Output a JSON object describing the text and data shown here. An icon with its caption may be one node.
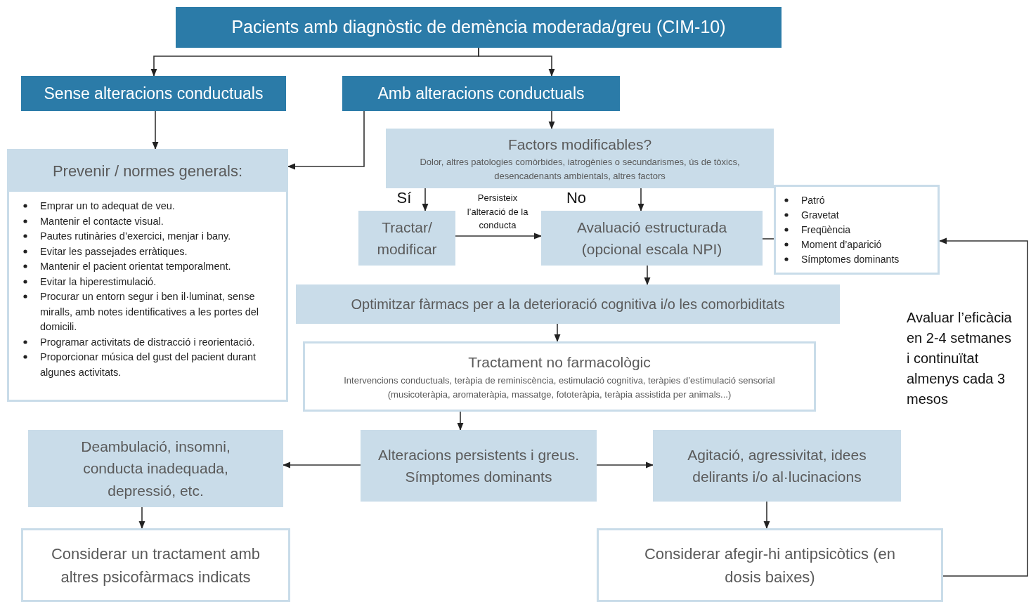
{
  "diagram": {
    "nodes": [
      {
        "text": [
          "Pacients amb diagnòstic de demència moderada/greu (CIM-10)"
        ]
      },
      {
        "text": [
          "Sense alteracions conductuals"
        ]
      },
      {
        "text": [
          "Amb alteracions conductuals"
        ]
      },
      {
        "text": [
          "Prevenir / normes generals:",
          "Emprar un to adequat de veu.",
          "Mantenir el contacte visual.",
          "Pautes rutinàries d’exercici, menjar i bany.",
          "Evitar les passejades erràtiques.",
          "Mantenir el pacient orientat temporalment.",
          "Evitar la hiperestimulació.",
          "Procurar un entorn segur i ben il·luminat, sense miralls, amb notes identificatives a les portes del domicili.",
          "Programar activitats de distracció i reorientació.",
          "Proporcionar música del gust del pacient durant algunes activitats."
        ]
      },
      {
        "text": [
          "Factors modificables?",
          "Dolor, altres patologies comòrbides, iatrogènies o secundarismes, ús de tòxics, desencadenants ambientals, altres factors"
        ]
      },
      {
        "text": [
          "Tractar/ modificar"
        ]
      },
      {
        "text": [
          "Avaluació estructurada (opcional escala NPI)"
        ]
      },
      {
        "text": [
          "Patró",
          "Gravetat",
          "Freqüència",
          "Moment d’aparició",
          "Símptomes dominants"
        ]
      },
      {
        "text": [
          "Optimitzar fàrmacs per a la deterioració cognitiva i/o les comorbiditats"
        ]
      },
      {
        "text": [
          "Tractament no farmacològic",
          "Intervencions conductuals, teràpia de reminiscència, estimulació cognitiva, teràpies d’estimulació sensorial (musicoteràpia, aromateràpia, massatge, fototeràpia, teràpia assistida per animals...)"
        ]
      },
      {
        "text": [
          "Deambulació, insomni, conducta inadequada, depressió, etc."
        ]
      },
      {
        "text": [
          "Alteracions persistents i greus. Símptomes dominants"
        ]
      },
      {
        "text": [
          "Agitació, agressivitat, idees delirants i/o al·lucinacions"
        ]
      },
      {
        "text": [
          "Considerar un tractament amb altres psicofàrmacs indicats"
        ]
      },
      {
        "text": [
          "Considerar afegir-hi antipsicòtics (en dosis baixes)"
        ]
      }
    ],
    "edges": [
      {
        "from": 0,
        "to": 1,
        "arrow": "to"
      },
      {
        "from": 0,
        "to": 2,
        "arrow": "to"
      },
      {
        "from": 1,
        "to": 3,
        "arrow": "to"
      },
      {
        "from": 2,
        "to": 3,
        "arrow": "to"
      },
      {
        "from": 2,
        "to": 4,
        "arrow": "to"
      },
      {
        "from": 4,
        "to": 5,
        "arrow": "to",
        "label": "Sí"
      },
      {
        "from": 4,
        "to": 6,
        "arrow": "to",
        "label": "No"
      },
      {
        "from": 5,
        "to": 6,
        "arrow": "to",
        "label": "Persisteix l’alteració de la conducta"
      },
      {
        "from": 6,
        "to": 7,
        "arrow": "none"
      },
      {
        "from": 6,
        "to": 8,
        "arrow": "to"
      },
      {
        "from": 8,
        "to": 9,
        "arrow": "to"
      },
      {
        "from": 9,
        "to": 11,
        "arrow": "to"
      },
      {
        "from": 11,
        "to": 10,
        "arrow": "to"
      },
      {
        "from": 11,
        "to": 12,
        "arrow": "to"
      },
      {
        "from": 10,
        "to": 13,
        "arrow": "to"
      },
      {
        "from": 12,
        "to": 14,
        "arrow": "to"
      },
      {
        "from": 14,
        "to": 7,
        "arrow": "to",
        "label": "Avaluar l’eficàcia en 2-4 setmanes i continuïtat almenys cada 3 mesos"
      }
    ]
  }
}
